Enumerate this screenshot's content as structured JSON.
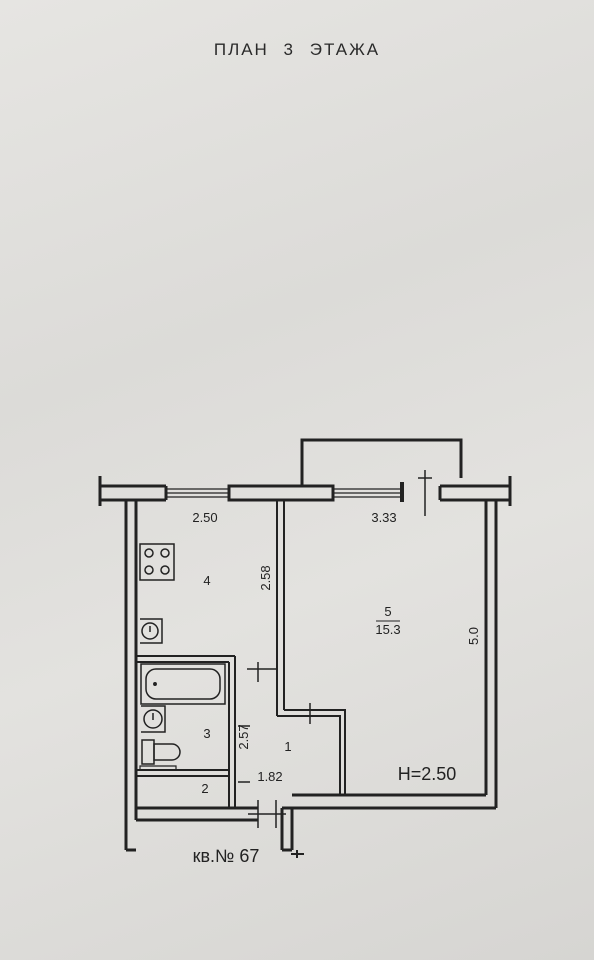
{
  "title": "ПЛАН  3  ЭТАЖА",
  "apartment_label": "кв.№ 67",
  "ceiling_height": "H=2.50",
  "rooms": [
    {
      "number": "1",
      "name": ""
    },
    {
      "number": "2",
      "name": ""
    },
    {
      "number": "3",
      "name": ""
    },
    {
      "number": "4",
      "name": ""
    },
    {
      "number": "5",
      "area": "15.3"
    }
  ],
  "dimensions": {
    "kitchen_width": "2.50",
    "room_width": "3.33",
    "kitchen_depth": "2.58",
    "room_depth": "5.0",
    "bath_depth": "2.57",
    "hall_width": "1.82"
  },
  "colors": {
    "ink": "#222222",
    "paper": "#e2e1de"
  }
}
